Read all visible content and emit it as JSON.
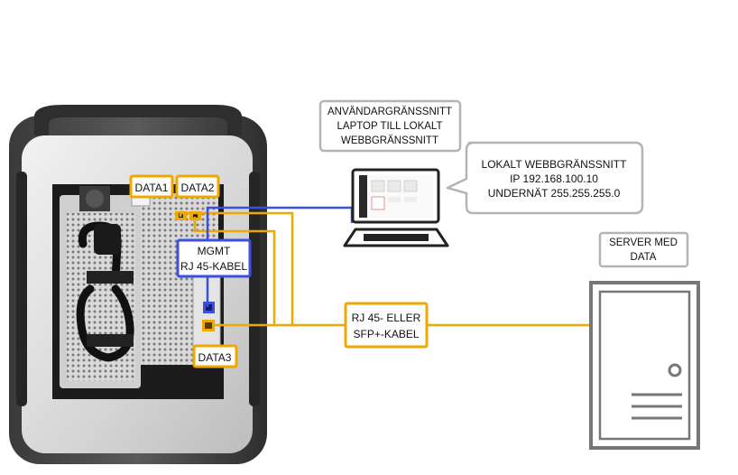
{
  "labels": {
    "data1": "DATA1",
    "data2": "DATA2",
    "data3": "DATA3",
    "mgmt_line1": "MGMT",
    "mgmt_line2": "RJ 45-KABEL",
    "cable_line1": "RJ 45- ELLER",
    "cable_line2": "SFP+-KABEL"
  },
  "callouts": {
    "ui_laptop": [
      "ANVÄNDARGRÄNSSNITT",
      "LAPTOP TILL LOKALT",
      "WEBBGRÄNSSNITT"
    ],
    "local_web": [
      "LOKALT WEBBGRÄNSSNITT",
      "IP 192.168.100.10",
      "UNDERNÄT 255.255.255.0"
    ],
    "server": [
      "SERVER MED",
      "DATA"
    ]
  },
  "colors": {
    "data_link": "#f0a800",
    "mgmt_link": "#3b4fe0",
    "callout_border": "#b4b4b4",
    "device_frame": "#444444",
    "server_outline": "#777777"
  }
}
